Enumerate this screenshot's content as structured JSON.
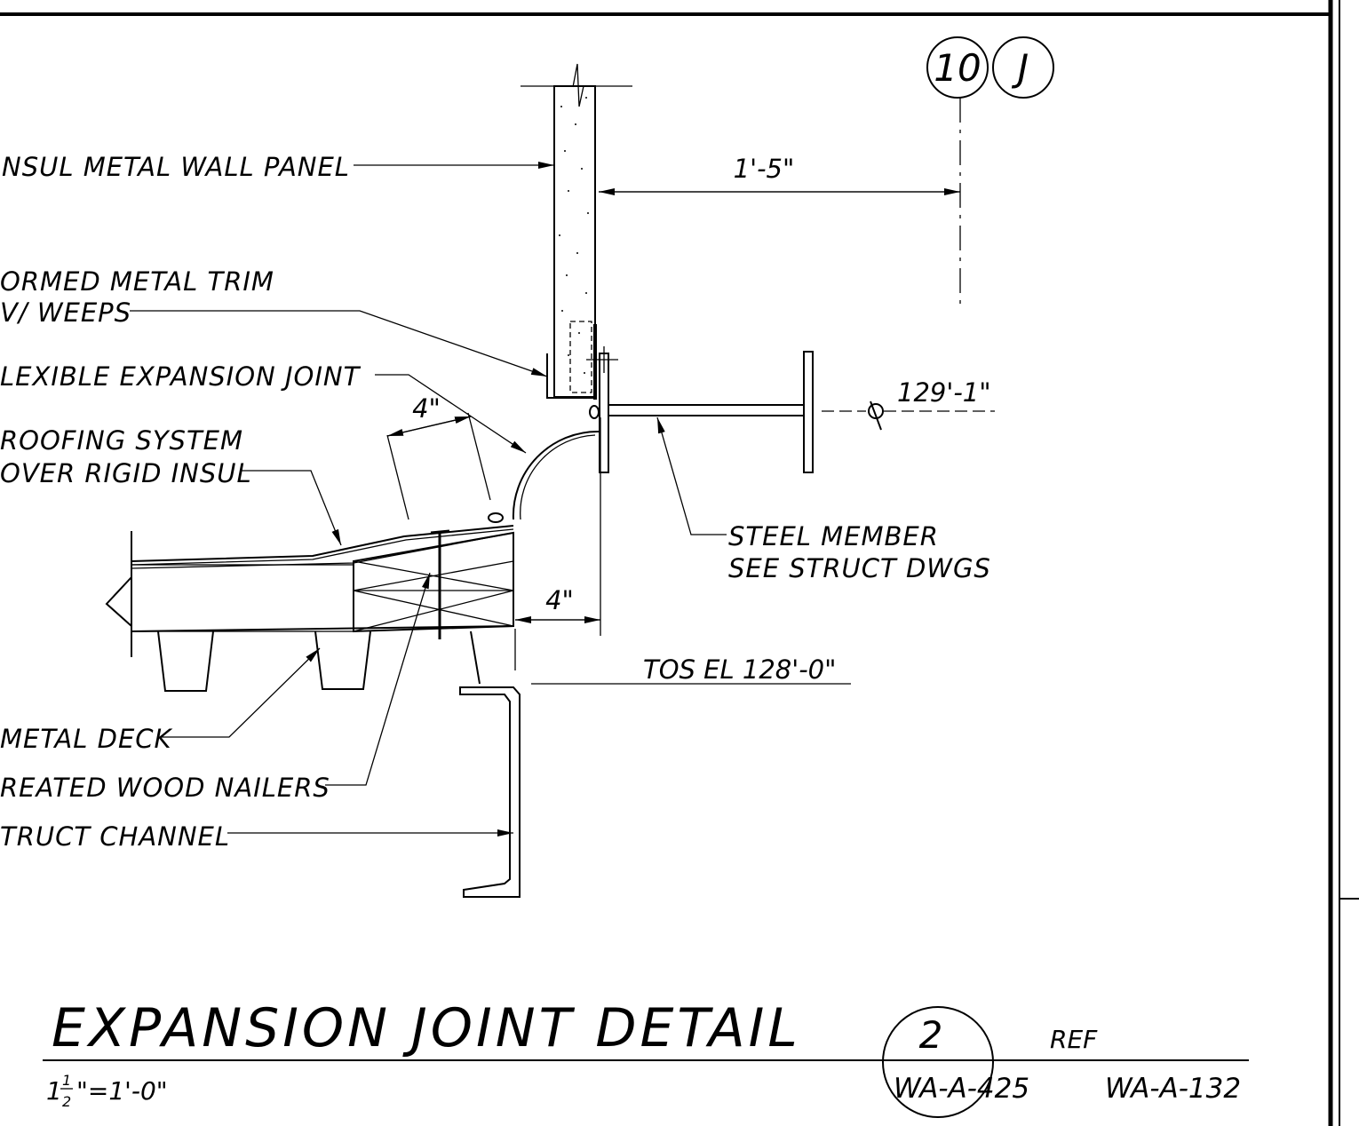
{
  "grid_bubbles": [
    "10",
    "J"
  ],
  "dimensions": {
    "wall_to_grid": "1'-5\"",
    "slope_width": "4\"",
    "edge_offset": "4\"",
    "centerline_elevation": "129'-1\"",
    "tos_elevation": "TOS EL 128'-0\""
  },
  "labels": {
    "wall_panel": "NSUL METAL WALL PANEL",
    "trim_line1": "ORMED METAL TRIM",
    "trim_line2": "V/ WEEPS",
    "expansion_joint": "LEXIBLE EXPANSION JOINT",
    "roofing_line1": "ROOFING SYSTEM",
    "roofing_line2": "OVER RIGID INSUL",
    "steel_line1": "STEEL MEMBER",
    "steel_line2": "SEE STRUCT DWGS",
    "metal_deck": "METAL DECK",
    "wood_nailers": "REATED WOOD NAILERS",
    "struct_channel": "TRUCT CHANNEL"
  },
  "title_block": {
    "title": "EXPANSION JOINT DETAIL",
    "scale_whole": "1",
    "scale_num": "1",
    "scale_den": "2",
    "scale_rest": "\"=1'-0\"",
    "detail_number": "2",
    "ref_label": "REF",
    "sheet_ref_1": "WA-A-425",
    "sheet_ref_2": "WA-A-132"
  }
}
